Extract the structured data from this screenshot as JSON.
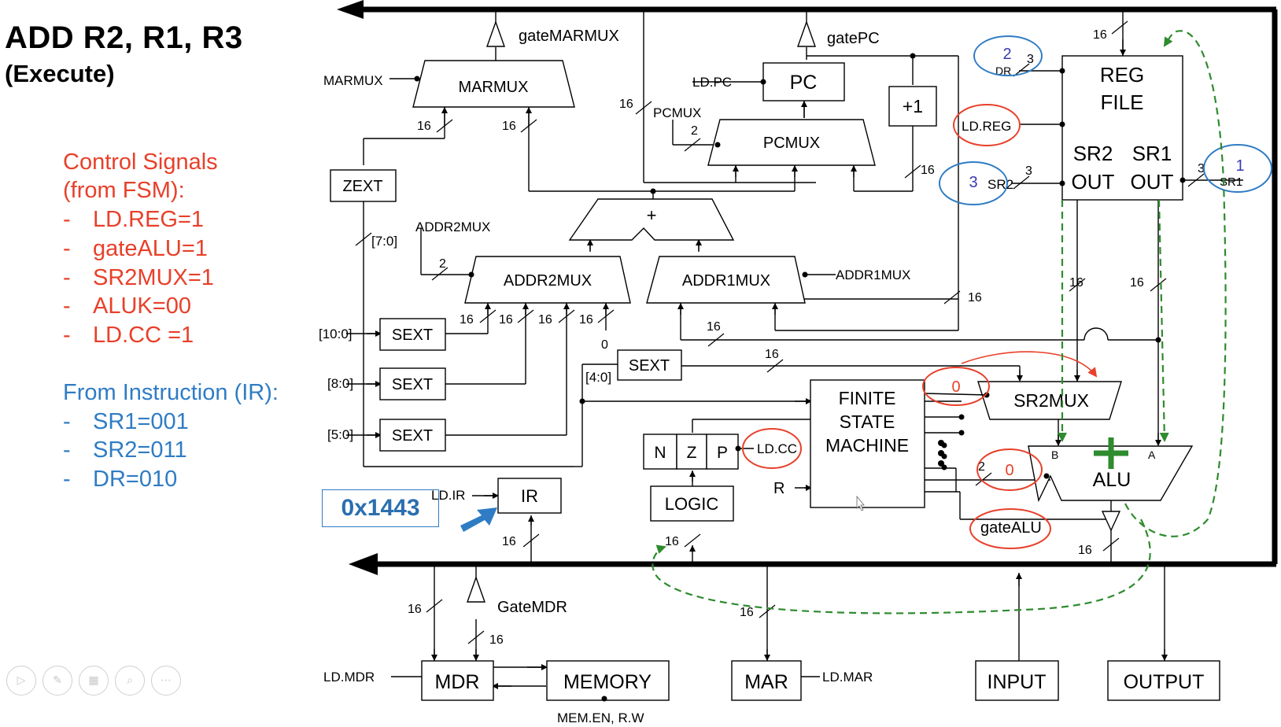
{
  "slide": {
    "title": "ADD R2, R1, R3",
    "subtitle": "(Execute)"
  },
  "control_signals": {
    "heading_line1": "Control Signals",
    "heading_line2": "(from FSM):",
    "items": [
      "LD.REG=1",
      "gateALU=1",
      "SR2MUX=1",
      "ALUK=00",
      "LD.CC =1"
    ]
  },
  "instruction": {
    "heading": "From Instruction (IR):",
    "items": [
      "SR1=001",
      "SR2=011",
      "DR=010"
    ]
  },
  "ir_value": "0x1443",
  "blocks": {
    "marmux": "MARMUX",
    "pc": "PC",
    "plus1": "+1",
    "pcmux": "PCMUX",
    "regfile_1": "REG",
    "regfile_2": "FILE",
    "sr2out_1": "SR2",
    "sr2out_2": "OUT",
    "sr1out_1": "SR1",
    "sr1out_2": "OUT",
    "zext": "ZEXT",
    "adder": "+",
    "addr2mux": "ADDR2MUX",
    "addr1mux": "ADDR1MUX",
    "sext": "SEXT",
    "fsm_1": "FINITE",
    "fsm_2": "STATE",
    "fsm_3": "MACHINE",
    "sr2mux": "SR2MUX",
    "alu": "ALU",
    "n": "N",
    "z": "Z",
    "p": "P",
    "logic": "LOGIC",
    "ir": "IR",
    "mdr": "MDR",
    "memory": "MEMORY",
    "mar": "MAR",
    "input": "INPUT",
    "output": "OUTPUT"
  },
  "signals": {
    "gatemarmux": "gateMARMUX",
    "gatepc": "gatePC",
    "marmux_sel": "MARMUX",
    "ld_pc": "LD.PC",
    "pcmux_sel": "PCMUX",
    "dr": "DR",
    "ld_reg": "LD.REG",
    "sr2": "SR2",
    "sr1": "SR1",
    "addr2mux_sel": "ADDR2MUX",
    "addr1mux_sel": "ADDR1MUX",
    "ld_cc": "LD.CC",
    "ld_ir": "LD.IR",
    "r": "R",
    "gatealu": "gateALU",
    "gatemdr": "GateMDR",
    "ld_mdr": "LD.MDR",
    "ld_mar": "LD.MAR",
    "mem_en_rw": "MEM.EN, R.W",
    "alu_b": "B",
    "alu_a": "A"
  },
  "field_labels": {
    "f7_0": "[7:0]",
    "f10_0": "[10:0]",
    "f8_0": "[8:0]",
    "f5_0": "[5:0]",
    "f4_0": "[4:0]"
  },
  "bus_widths": {
    "sixteen": "16",
    "three": "3",
    "two": "2",
    "zero": "0"
  },
  "annotations": {
    "dr_value": "2",
    "sr2_value": "3",
    "sr1_value": "1",
    "sr2mux_value": "0",
    "aluk_value": "0"
  },
  "colors": {
    "control_red": "#e8402a",
    "instr_blue": "#2f7cc4",
    "annot_blue": "#2f7cc4",
    "annot_red": "#e8402a",
    "path_green": "#2e8b2e",
    "hex_text": "#2a6fb0"
  },
  "toolbar_icons": [
    "play-icon",
    "pen-icon",
    "slides-icon",
    "zoom-icon",
    "more-icon"
  ]
}
